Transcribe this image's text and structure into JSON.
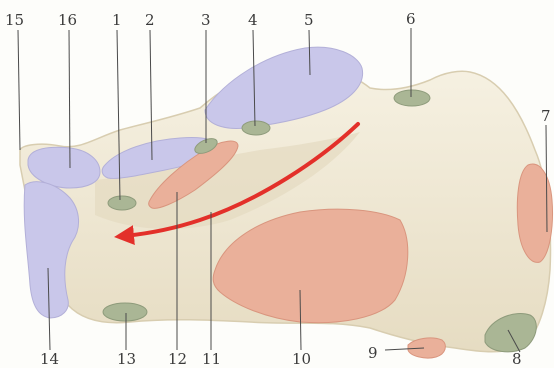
{
  "labels": {
    "l1": "1",
    "l2": "2",
    "l3": "3",
    "l4": "4",
    "l5": "5",
    "l6": "6",
    "l7": "7",
    "l8": "8",
    "l9": "9",
    "l10": "10",
    "l11": "11",
    "l12": "12",
    "l13": "13",
    "l14": "14",
    "l15": "15",
    "l16": "16"
  },
  "colors": {
    "bone": "#efe8d4",
    "bone_shadow": "#d9cfb3",
    "cartilage": "#c9c7ea",
    "muscle_area": "#eab09a",
    "ligament_area": "#aab695",
    "arrow": "#e3302a"
  }
}
